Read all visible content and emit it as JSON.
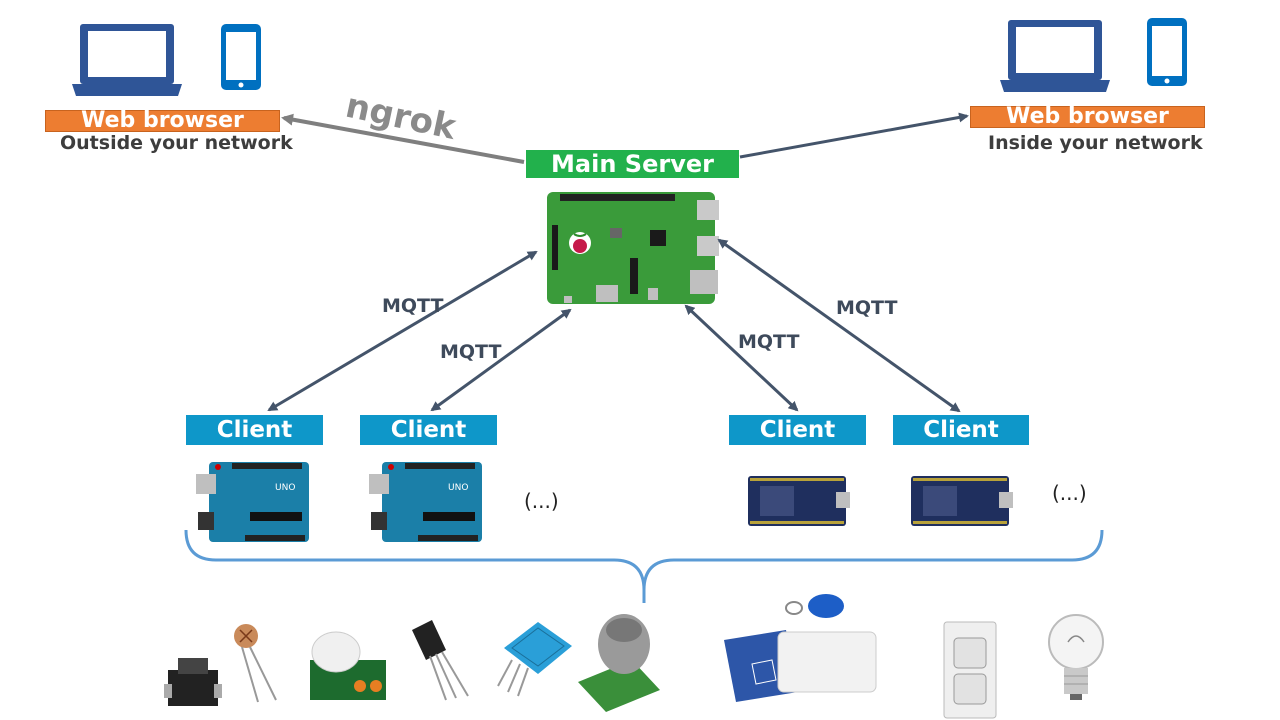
{
  "browsers": {
    "left": {
      "label": "Web browser",
      "caption": "Outside your network"
    },
    "right": {
      "label": "Web browser",
      "caption": "Inside your network"
    }
  },
  "tunnel_label": "ngrok",
  "server": {
    "label": "Main Server",
    "board": "raspberry-pi"
  },
  "connections": {
    "protocol_labels": [
      "MQTT",
      "MQTT",
      "MQTT",
      "MQTT"
    ]
  },
  "clients": [
    {
      "label": "Client",
      "board": "arduino-uno"
    },
    {
      "label": "Client",
      "board": "arduino-uno"
    },
    {
      "label": "Client",
      "board": "nodemcu"
    },
    {
      "label": "Client",
      "board": "nodemcu"
    }
  ],
  "more_indicators": [
    "(...)",
    "(...)"
  ],
  "colors": {
    "browser_label": "#ED7D31",
    "server_label": "#22B14C",
    "client_label": "#0E97C9",
    "arrow": "#44546A",
    "ngrok_arrow": "#7F7F7F",
    "device_blue": "#2F5597",
    "brace": "#5B9BD5"
  },
  "sensors": [
    "pushbutton",
    "photoresistor",
    "pir-sensor",
    "transistor",
    "dht-sensor",
    "gas-sensor",
    "rfid-reader",
    "electrical-outlet",
    "light-bulb"
  ]
}
